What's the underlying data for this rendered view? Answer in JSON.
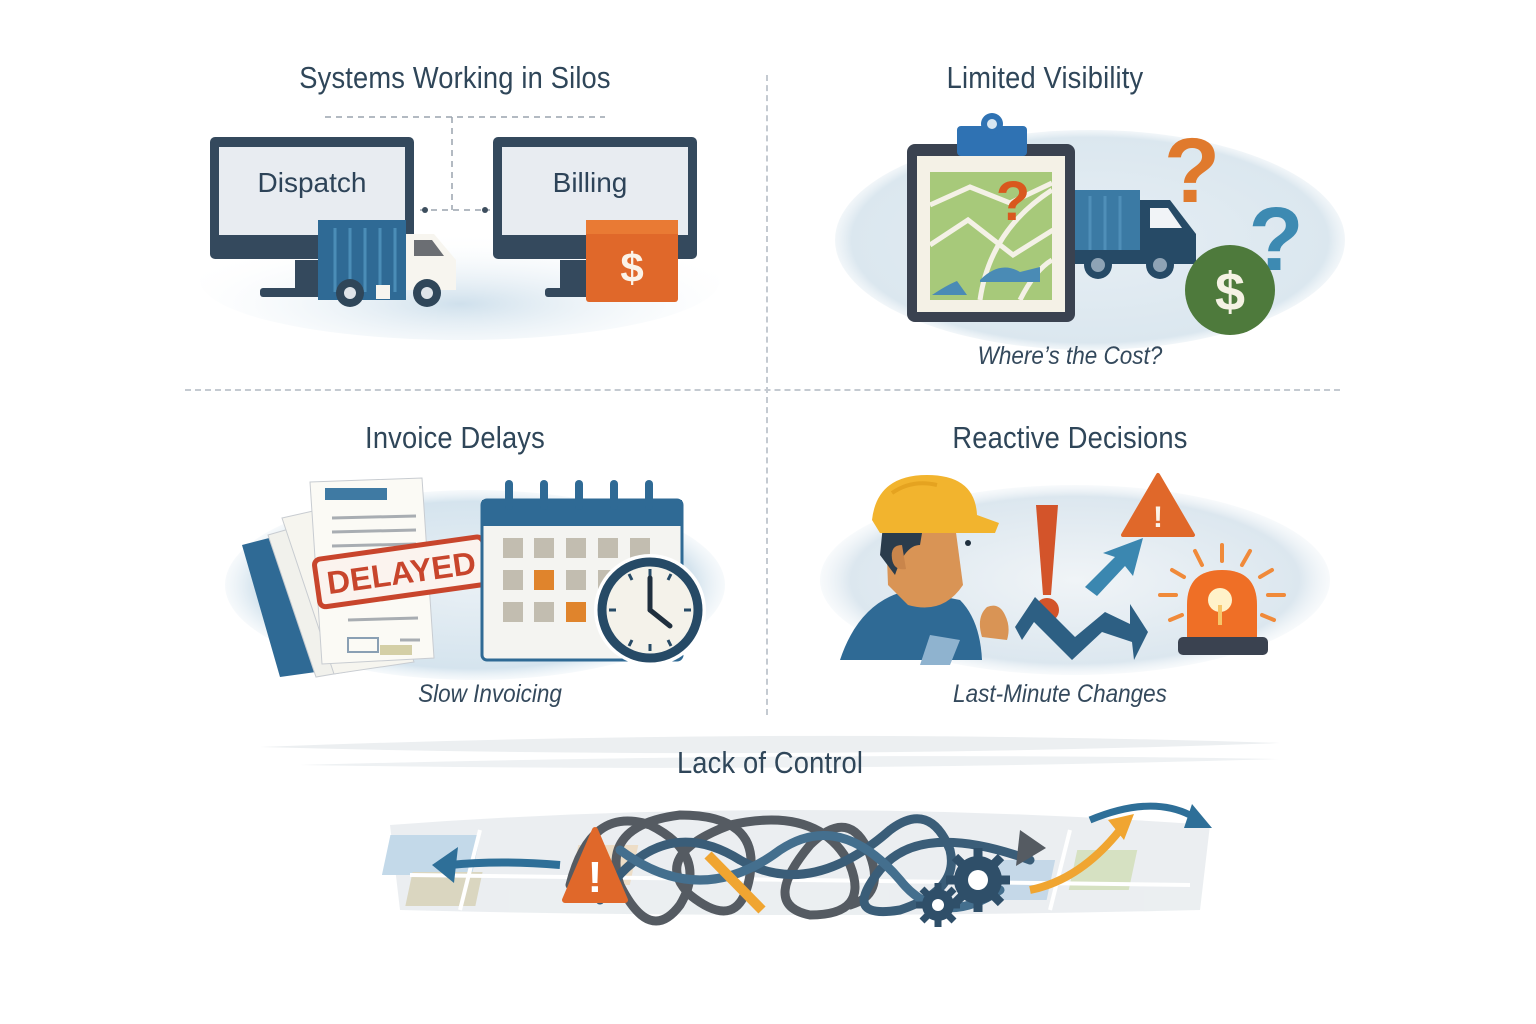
{
  "panels": {
    "silos": {
      "title": "Systems Working in Silos",
      "screen_left": "Dispatch",
      "screen_right": "Billing",
      "badge_symbol": "$",
      "icons": [
        "monitor-icon",
        "truck-icon",
        "monitor-icon",
        "dollar-badge-icon"
      ]
    },
    "visibility": {
      "title": "Limited Visibility",
      "caption": "Where’s the Cost?",
      "coin_symbol": "$",
      "question_mark": "?",
      "icons": [
        "clipboard-map-icon",
        "truck-icon",
        "question-mark-icon",
        "dollar-coin-icon"
      ]
    },
    "invoice": {
      "title": "Invoice Delays",
      "caption": "Slow Invoicing",
      "stamp": "DELAYED",
      "icons": [
        "documents-icon",
        "calendar-icon",
        "clock-icon"
      ]
    },
    "reactive": {
      "title": "Reactive Decisions",
      "caption": "Last-Minute Changes",
      "exclaim": "!",
      "icons": [
        "worker-hardhat-icon",
        "exclamation-icon",
        "zigzag-arrow-icon",
        "warning-triangle-icon",
        "alarm-siren-icon"
      ]
    },
    "control": {
      "title": "Lack of Control",
      "exclaim": "!",
      "icons": [
        "map-icon",
        "tangled-routes-icon",
        "warning-triangle-icon",
        "gears-icon",
        "arrow-icon"
      ]
    }
  },
  "colors": {
    "navy": "#2f4659",
    "blue": "#2d6e97",
    "teal_blue": "#3b87b0",
    "orange": "#e0682a",
    "amber": "#f0a531",
    "green": "#4e7a3c",
    "map_green": "#a7c97a",
    "divider": "#c4cad1"
  }
}
